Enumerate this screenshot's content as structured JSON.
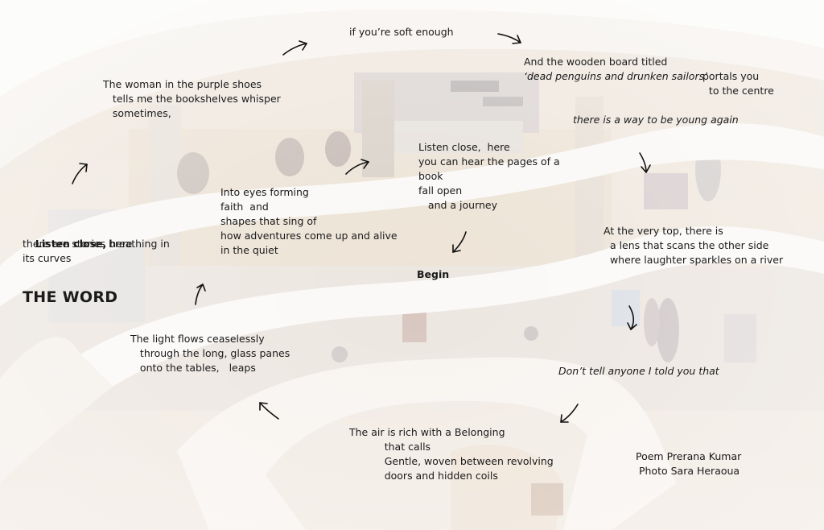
{
  "title": "THE WORD",
  "photo": {
    "name": "spiral-library-photo"
  },
  "stanzas": {
    "soft_enough": {
      "lines": [
        "if you’re soft enough"
      ]
    },
    "purple_shoes": {
      "lines": [
        "The woman in the purple shoes",
        "   tells me the bookshelves whisper",
        "   sometimes,"
      ]
    },
    "wooden_board_1": {
      "lines": [
        "And the wooden board titled"
      ]
    },
    "wooden_board_2": {
      "lines": [
        "‘dead penguins and drunken sailors’"
      ]
    },
    "wooden_board_3": {
      "lines": [
        " portals you",
        "   to the centre"
      ]
    },
    "young_again": {
      "lines": [
        "there is a way to be young again"
      ]
    },
    "listen_pages": {
      "lines": [
        "Listen close,  here",
        "you can hear the pages of a",
        "book",
        "fall open",
        "   and a journey"
      ]
    },
    "eyes_forming": {
      "lines": [
        "Into eyes forming",
        "faith  and",
        "shapes that sing of",
        "how adventures come up and alive",
        "in the quiet"
      ]
    },
    "listen_stories_head": {
      "bold": "Listen close,",
      "rest": " here"
    },
    "listen_stories": {
      "lines": [
        "there are stories breathing in",
        "its curves"
      ]
    },
    "very_top": {
      "lines": [
        "At the very top, there is",
        "  a lens that scans the other side",
        "  where laughter sparkles on a river"
      ]
    },
    "begin": {
      "lines": [
        "Begin"
      ]
    },
    "light_flows": {
      "lines": [
        "The light flows ceaselessly",
        "   through the long, glass panes",
        "   onto the tables,   leaps"
      ]
    },
    "dont_tell": {
      "lines": [
        "Don’t tell anyone I told you that"
      ]
    },
    "belonging": {
      "lines": [
        "The air is rich with a Belonging",
        "           that calls",
        "           Gentle, woven between revolving",
        "           doors and hidden coils"
      ]
    },
    "credits": {
      "lines": [
        "Poem Prerana Kumar",
        " Photo Sara Heraoua"
      ]
    }
  }
}
